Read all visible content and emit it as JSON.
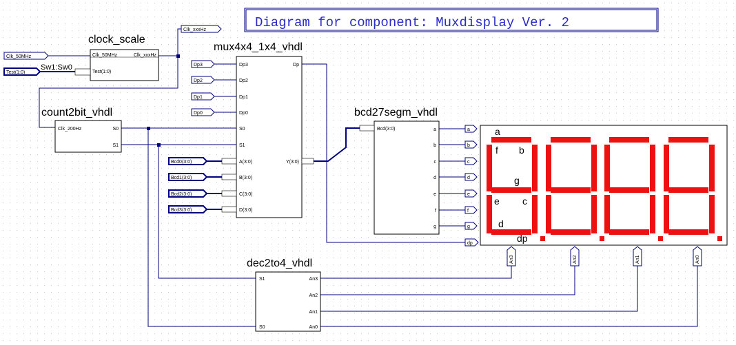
{
  "title": "Diagram for component:  Muxdisplay Ver. 2",
  "colors": {
    "wire": "#000080",
    "title": "#2a2ac8",
    "segment": "#ee1111",
    "grid": "#c8c8c8"
  },
  "clock_scale": {
    "name": "clock_scale",
    "in_clk": "Clk_50MHz",
    "out_clk": "Clk_xxxHz",
    "in_test": "Test(1:0)"
  },
  "mux": {
    "name": "mux4x4_1x4_vhdl",
    "dp_in": [
      "Dp3",
      "Dp2",
      "Dp1",
      "Dp0"
    ],
    "out_dp": "Dp",
    "s0": "S0",
    "s1": "S1",
    "data_in": [
      "A(3:0)",
      "B(3:0)",
      "C(3:0)",
      "D(3:0)"
    ],
    "out_y": "Y(3:0)"
  },
  "count": {
    "name": "count2bit_vhdl",
    "in_clk": "Clk_200Hz",
    "out_s0": "S0",
    "out_s1": "S1"
  },
  "bcd": {
    "name": "bcd27segm_vhdl",
    "in": "Bcd(3:0)",
    "outs": [
      "a",
      "b",
      "c",
      "d",
      "e",
      "f",
      "g"
    ]
  },
  "dec": {
    "name": "dec2to4_vhdl",
    "in_s1": "S1",
    "in_s0": "S0",
    "outs": [
      "An3",
      "An2",
      "An1",
      "An0"
    ]
  },
  "ports": {
    "clk_in": "Clk_50MHz",
    "test_in": "Test(1:0)",
    "clk_out": "Clk_xxxHz",
    "dp_in": [
      "Dp3",
      "Dp2",
      "Dp1",
      "Dp0"
    ],
    "bcd_in": [
      "Bcd0(3:0)",
      "Bcd1(3:0)",
      "Bcd2(3:0)",
      "Bcd3(3:0)"
    ],
    "seg_out": [
      "a",
      "b",
      "c",
      "d",
      "e",
      "f",
      "g"
    ],
    "dp_out": "dp",
    "an_out": [
      "An3",
      "An2",
      "An1",
      "An0"
    ]
  },
  "switch_label": "Sw1:Sw0",
  "display_labels": {
    "a": "a",
    "b": "b",
    "c": "c",
    "d": "d",
    "e": "e",
    "f": "f",
    "g": "g",
    "dp": "dp"
  }
}
